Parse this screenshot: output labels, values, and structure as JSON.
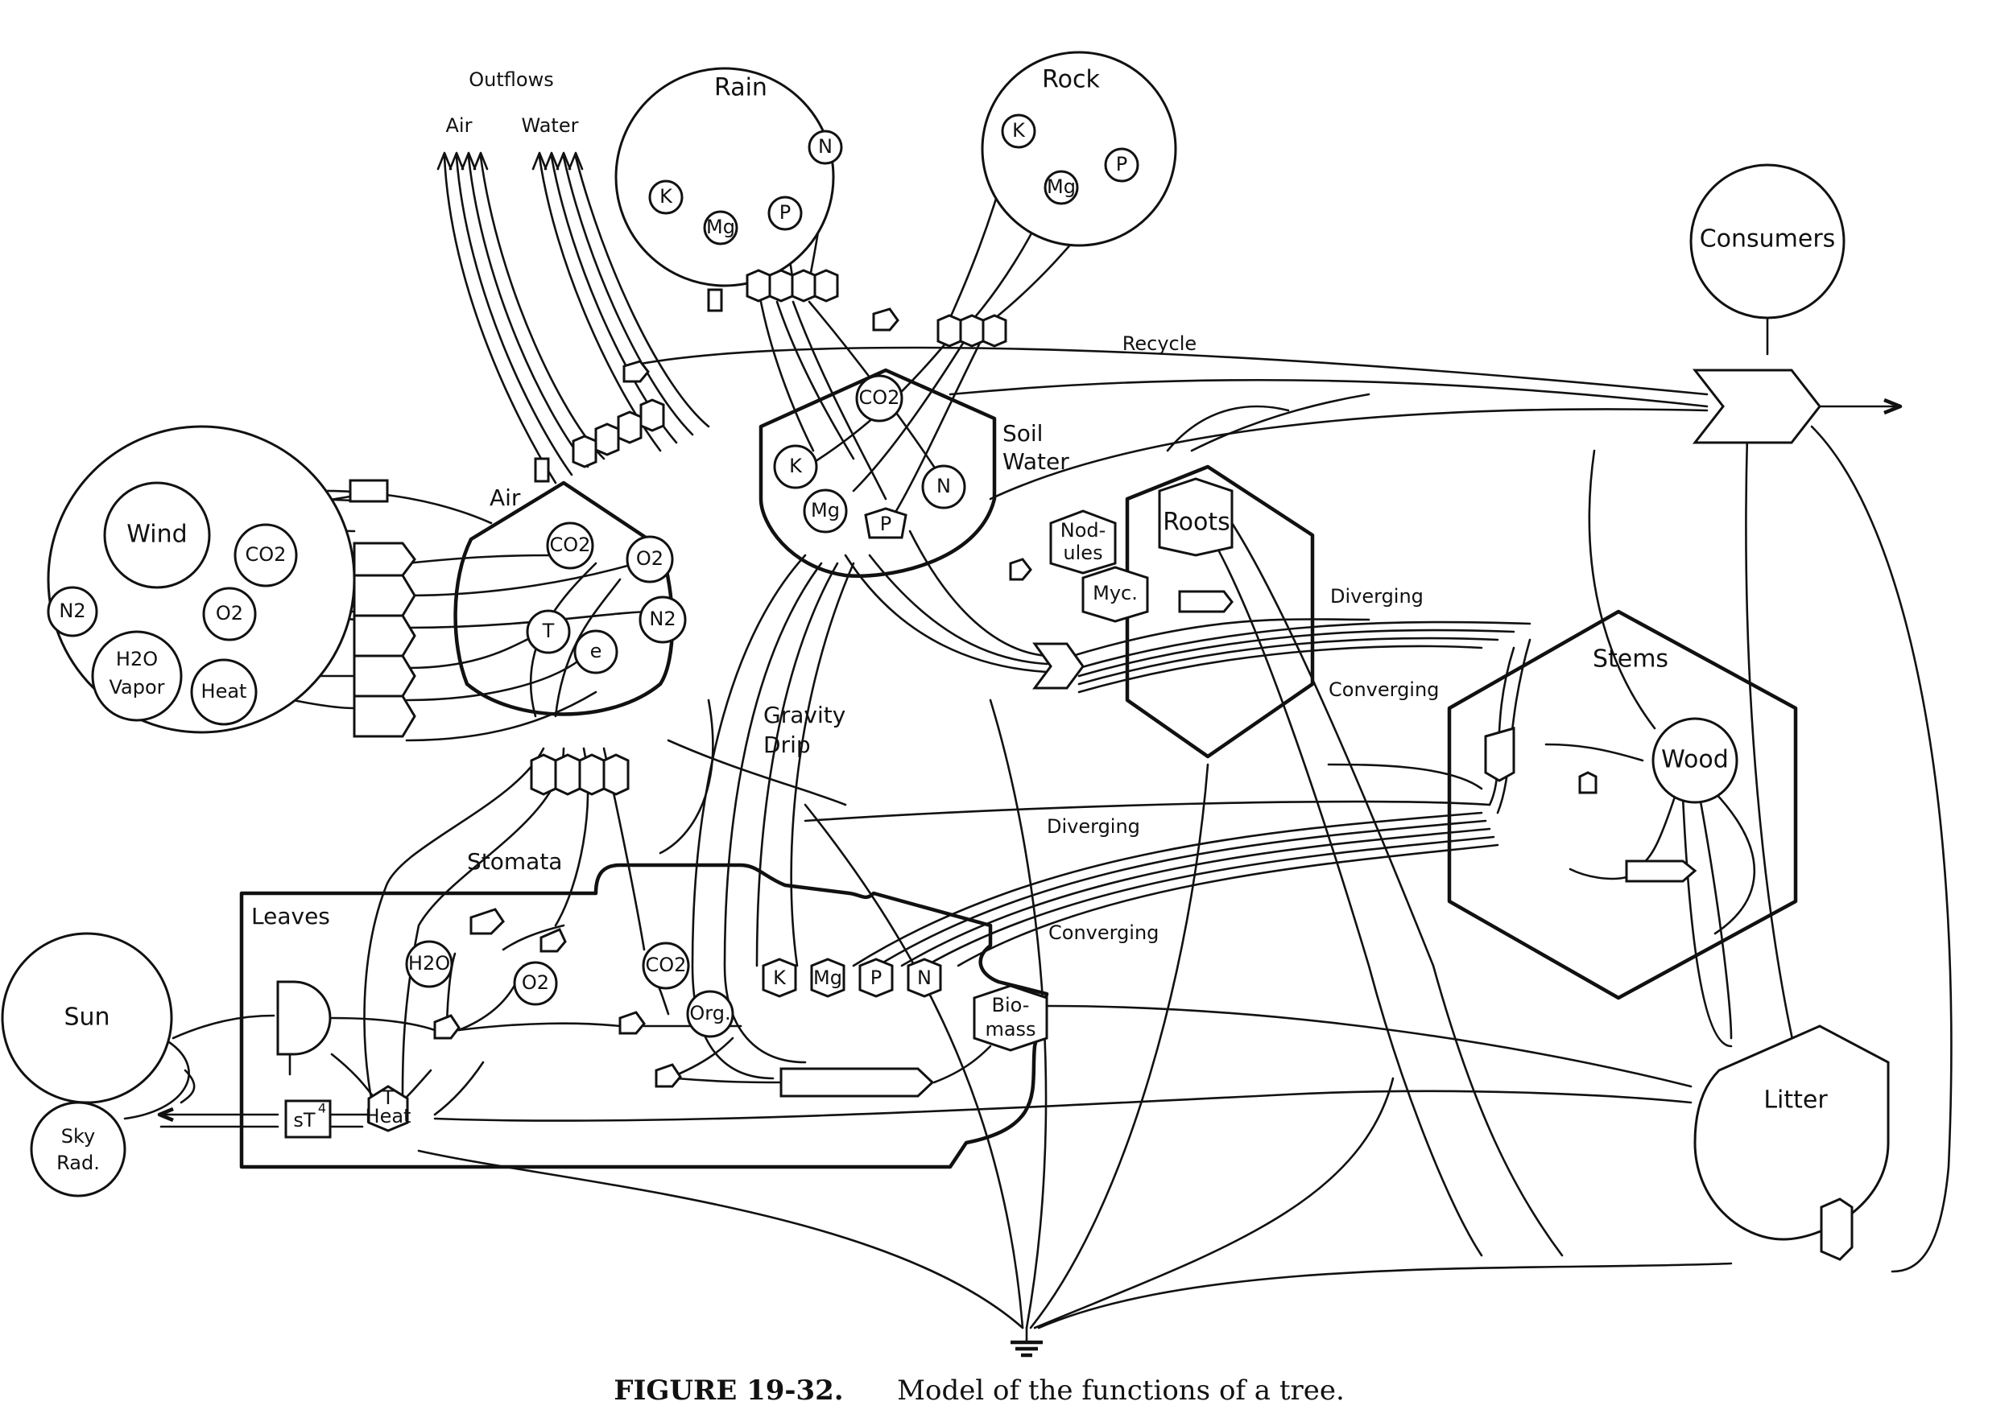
{
  "sources": {
    "rain": {
      "label": "Rain",
      "nutrients": [
        "K",
        "Mg",
        "P",
        "N"
      ]
    },
    "rock": {
      "label": "Rock",
      "nutrients": [
        "K",
        "Mg",
        "P"
      ]
    },
    "atmosphere": {
      "wind": "Wind",
      "co2": "CO2",
      "o2": "O2",
      "n2": "N2",
      "h2o": "H2O",
      "vapor": "Vapor",
      "heat": "Heat"
    },
    "sun": "Sun",
    "sky_rad": [
      "Sky",
      "Rad."
    ],
    "consumers": "Consumers"
  },
  "outflows": {
    "title": "Outflows",
    "air": "Air",
    "water": "Water"
  },
  "air_tank": {
    "label": "Air",
    "contents": [
      "CO2",
      "O2",
      "N2",
      "T",
      "e"
    ]
  },
  "soil_water": {
    "label": [
      "Soil",
      "Water"
    ],
    "contents": [
      "CO2",
      "K",
      "N",
      "Mg",
      "P"
    ]
  },
  "roots": {
    "label": "Roots",
    "nodules": [
      "Nod-",
      "ules"
    ],
    "myc": "Myc."
  },
  "stems": {
    "label": "Stems",
    "wood": "Wood"
  },
  "leaves": {
    "label": "Leaves",
    "contents": [
      "H2O",
      "O2",
      "CO2",
      "Org.",
      "K",
      "Mg",
      "P",
      "N"
    ],
    "biomass": [
      "Bio-",
      "mass"
    ],
    "heat_t": "T",
    "heat": "Heat",
    "st4": "sT",
    "st4_exp": "4"
  },
  "litter": "Litter",
  "flow_labels": {
    "recycle": "Recycle",
    "stomata": "Stomata",
    "gravity_drip": [
      "Gravity",
      "Drip"
    ],
    "diverging": "Diverging",
    "converging": "Converging"
  },
  "caption": {
    "figure": "FIGURE 19-32.",
    "text": "Model of the functions of a tree."
  }
}
